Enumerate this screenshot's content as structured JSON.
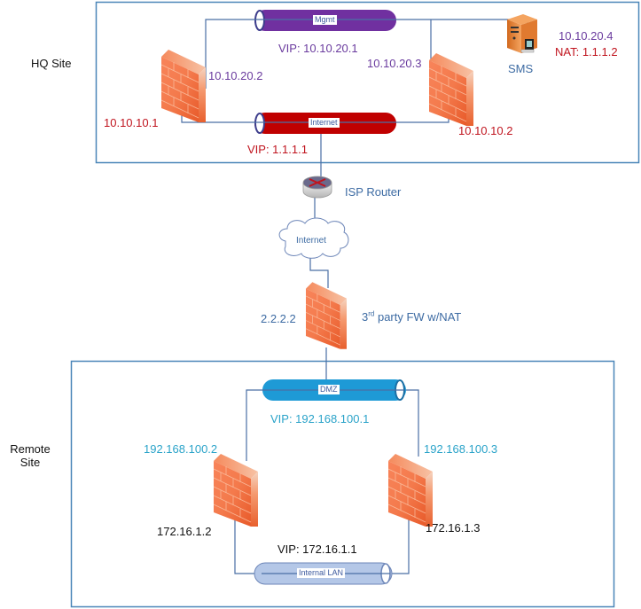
{
  "sites": {
    "hq": {
      "label": "HQ Site",
      "color": "#4a86b8"
    },
    "remote": {
      "label": "Remote Site",
      "color": "#4a86b8"
    }
  },
  "networks": {
    "mgmt": {
      "label": "Mgmt",
      "vip": "VIP: 10.10.20.1",
      "color": "#7030a0"
    },
    "internet_hq": {
      "label": "Internet",
      "vip": "VIP: 1.1.1.1",
      "color": "#c00000"
    },
    "dmz": {
      "label": "DMZ",
      "vip": "VIP: 192.168.100.1",
      "color": "#1e9ad6"
    },
    "internal_lan": {
      "label": "Internal LAN",
      "vip": "VIP: 172.16.1.1",
      "color": "#b4c7e7"
    }
  },
  "devices": {
    "hq_fw1": {
      "mgmt_ip": "10.10.20.2",
      "external_ip": "10.10.10.1"
    },
    "hq_fw2": {
      "mgmt_ip": "10.10.20.3",
      "external_ip": "10.10.10.2"
    },
    "sms": {
      "label": "SMS",
      "ip": "10.10.20.4",
      "nat": "NAT: 1.1.1.2"
    },
    "isp_router": {
      "label": "ISP Router"
    },
    "internet_cloud": {
      "label": "Internet"
    },
    "third_party_fw": {
      "ip": "2.2.2.2",
      "label_prefix": "3",
      "label_sup": "rd",
      "label_suffix": " party FW w/NAT"
    },
    "remote_fw1": {
      "dmz_ip": "192.168.100.2",
      "lan_ip": "172.16.1.2"
    },
    "remote_fw2": {
      "dmz_ip": "192.168.100.3",
      "lan_ip": "172.16.1.3"
    }
  },
  "colors": {
    "link": "#4a6fa5",
    "firewall": "#f26b3a",
    "purple_text": "#6a3b9e",
    "red_text": "#c0141e",
    "cyan_text": "#2aa3c9"
  }
}
